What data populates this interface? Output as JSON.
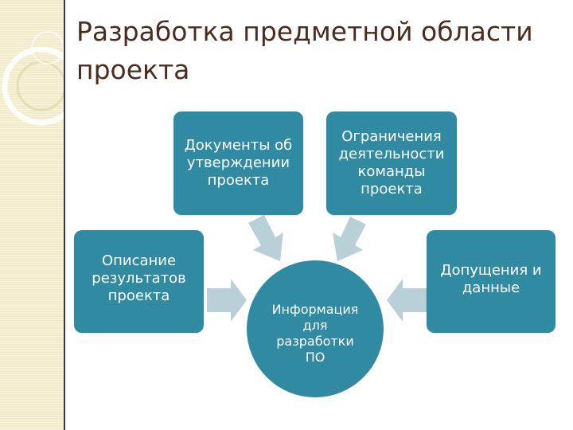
{
  "slide": {
    "title_line1": "Разработка предметной области",
    "title_line2": "проекта"
  },
  "diagram": {
    "box_documents": "Документы об\nутверждении\nпроекта",
    "box_constraints": "Ограничения\nдеятельности\nкоманды\nпроекта",
    "box_results": "Описание\nрезультатов\nпроекта",
    "box_assumptions": "Допущения и\nданные",
    "center": "Информация\nдля\nразработки\nПО"
  },
  "colors": {
    "box_fill": "#2f8aa2",
    "arrow_fill": "#b9d0d9",
    "title_text": "#4b2c20",
    "sidebar": "#f2ebc9"
  }
}
